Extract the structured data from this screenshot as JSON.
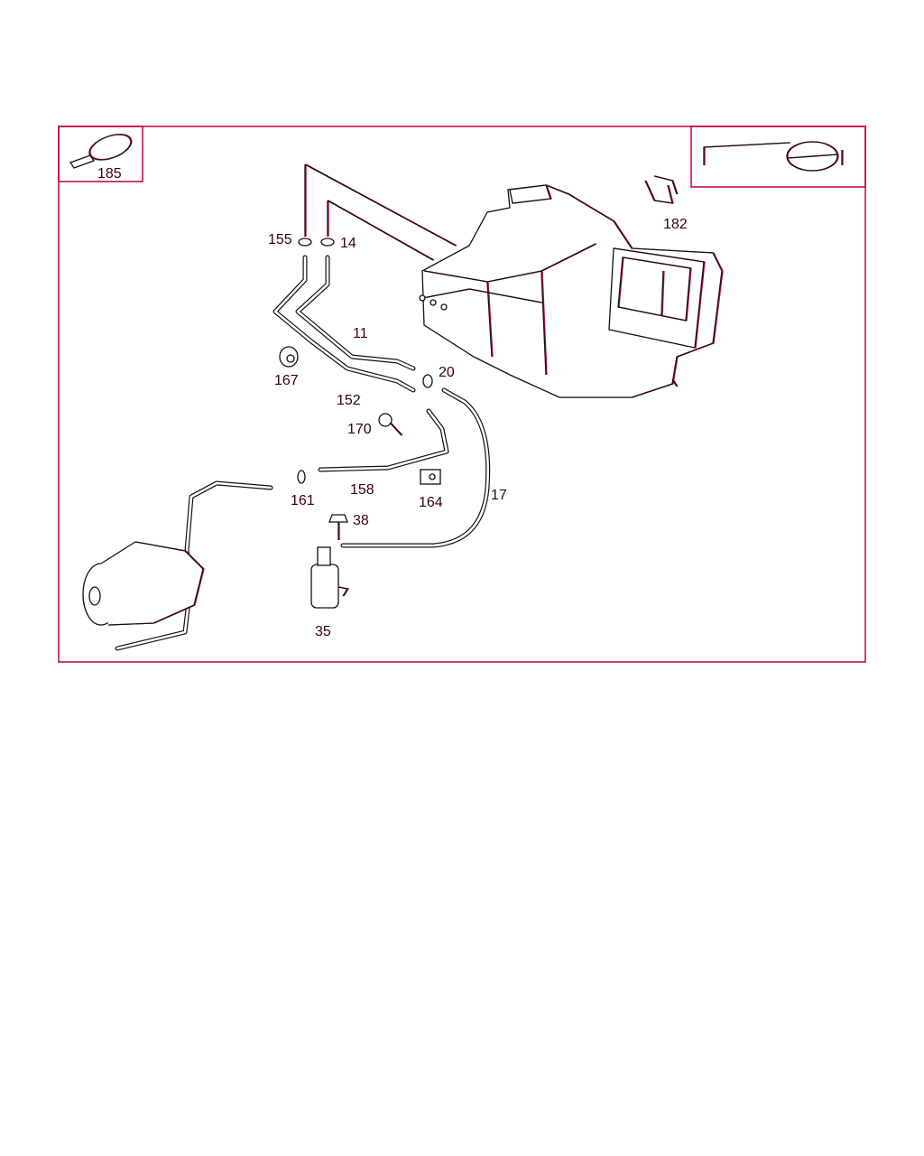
{
  "diagram": {
    "colors": {
      "frame": "#c0003a",
      "line": "#111111",
      "label": "#3a0010"
    },
    "inset_left_label": "185",
    "labels": {
      "p155": "155",
      "p14": "14",
      "p11": "11",
      "p167": "167",
      "p152": "152",
      "p20": "20",
      "p170": "170",
      "p158": "158",
      "p161": "161",
      "p164": "164",
      "p17": "17",
      "p38": "38",
      "p35": "35",
      "p182": "182"
    }
  }
}
